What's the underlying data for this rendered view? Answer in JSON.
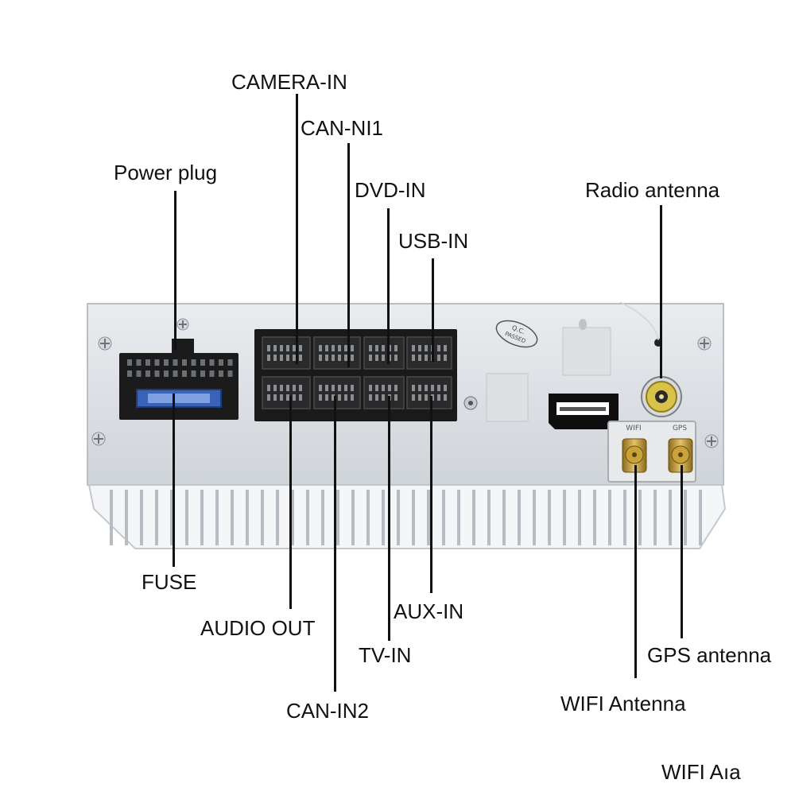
{
  "labels": {
    "camera_in": "CAMERA-IN",
    "can_in1": "CAN-NI1",
    "power_plug": "Power plug",
    "dvd_in": "DVD-IN",
    "radio_antenna": "Radio antenna",
    "usb_in": "USB-IN",
    "fuse": "FUSE",
    "audio_out": "AUDIO OUT",
    "aux_in": "AUX-IN",
    "tv_in": "TV-IN",
    "gps_antenna": "GPS antenna",
    "can_in2": "CAN-IN2",
    "wifi_antenna": "WIFI Antenna",
    "wifi_partial": "WIFI Aıa"
  },
  "device": {
    "qc_stamp_line1": "Q.C.",
    "qc_stamp_line2": "PASSED",
    "wifi_port": "WIFI",
    "gps_port": "GPS"
  }
}
